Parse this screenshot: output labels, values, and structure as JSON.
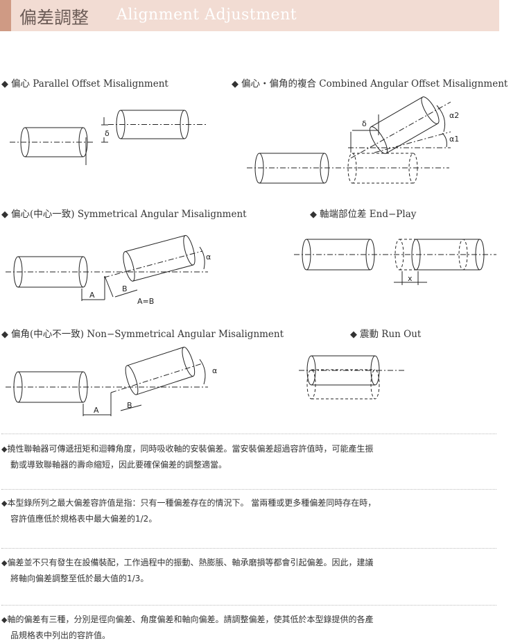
{
  "header": {
    "title_zh": "偏差調整",
    "title_en": "Alignment Adjustment",
    "colors": {
      "band": "#f2dcd3",
      "accent": "#cf9a84"
    }
  },
  "sections": {
    "parallel": {
      "bullet": "◆",
      "title": "偏心 Parallel Offset Misalignment",
      "labels": {
        "delta": "δ"
      }
    },
    "combined": {
      "bullet": "◆",
      "title": "偏心・偏角的複合 Combined Angular Offset Misalignment",
      "labels": {
        "delta": "δ",
        "alpha2": "α2",
        "alpha1": "α1"
      }
    },
    "symmetrical": {
      "bullet": "◆",
      "title": "偏心(中心一致) Symmetrical Angular Misalignment",
      "labels": {
        "alpha": "α",
        "a": "A",
        "b": "B",
        "equation": "A=B"
      }
    },
    "endplay": {
      "bullet": "◆",
      "title": "軸端部位差 End−Play",
      "labels": {
        "x": "x"
      }
    },
    "nonsymmetrical": {
      "bullet": "◆",
      "title": "偏角(中心不一致) Non−Symmetrical Angular Misalignment",
      "labels": {
        "alpha": "α",
        "a": "A",
        "b": "B"
      }
    },
    "runout": {
      "bullet": "◆",
      "title": "震動 Run Out"
    }
  },
  "notes": [
    {
      "bullet": "◆",
      "line1": "撓性聯軸器可傳遞扭矩和迴轉角度，同時吸收軸的安裝偏差。當安裝偏差超過容許值時，可能產生振",
      "line2": "動或導致聯軸器的壽命縮短，因此要確保偏差的調整適當。"
    },
    {
      "bullet": "◆",
      "line1": "本型錄所列之最大偏差容許值是指：只有一種偏差存在的情況下。 當兩種或更多種偏差同時存在時，",
      "line2": "容許值應低於規格表中最大偏差的1/2。"
    },
    {
      "bullet": "◆",
      "line1": "偏差並不只有發生在設備裝配，工作過程中的振動、熱膨脹、軸承磨損等都會引起偏差。因此，建議",
      "line2": "將軸向偏差調整至低於最大值的1/3。"
    },
    {
      "bullet": "◆",
      "line1": "軸的偏差有三種，分別是徑向偏差、角度偏差和軸向偏差。請調整偏差，使其低於本型錄提供的各產",
      "line2": "品規格表中列出的容許值。"
    }
  ]
}
